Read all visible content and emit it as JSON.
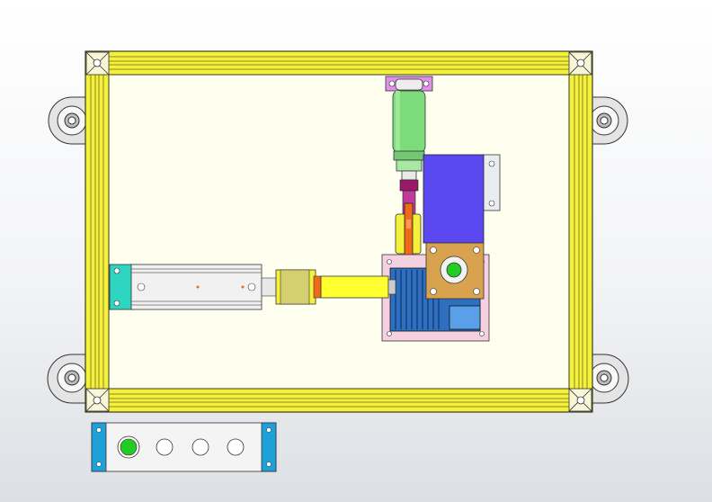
{
  "app": {
    "viewport_background": [
      "#ffffff",
      "#dcdfe4"
    ]
  },
  "colors": {
    "frame_yellow": "#f5f03a",
    "frame_outline": "#3a3a22",
    "plate_cream": "#fffff0",
    "cylinder_green": "#7ddc7a",
    "cylinder_body_grey": "#f1f1f1",
    "cyan_mount": "#2ed5c1",
    "pink_plate": "#f4d0e0",
    "blue_block": "#5a48f0",
    "gearbox_blue": "#2f6fc0",
    "orange_arm": "#f06a1a",
    "flange_tan": "#d8a24e",
    "indicator_green": "#22cc22",
    "light_grey_bracket": "#e8eef0"
  },
  "objects": {
    "frame": "aluminum-profile-frame",
    "casters": [
      "caster-top-left",
      "caster-top-right",
      "caster-bottom-left",
      "caster-bottom-right"
    ],
    "vertical_cylinder": "vertical-air-cylinder",
    "horizontal_cylinder": "horizontal-air-cylinder",
    "motor": "servo-motor-block",
    "gearbox": "gearbox-assembly",
    "control_box": "control-button-box",
    "buttons": [
      {
        "name": "button-1",
        "state": "on"
      },
      {
        "name": "button-2",
        "state": "off"
      },
      {
        "name": "button-3",
        "state": "off"
      },
      {
        "name": "button-4",
        "state": "off"
      }
    ]
  }
}
